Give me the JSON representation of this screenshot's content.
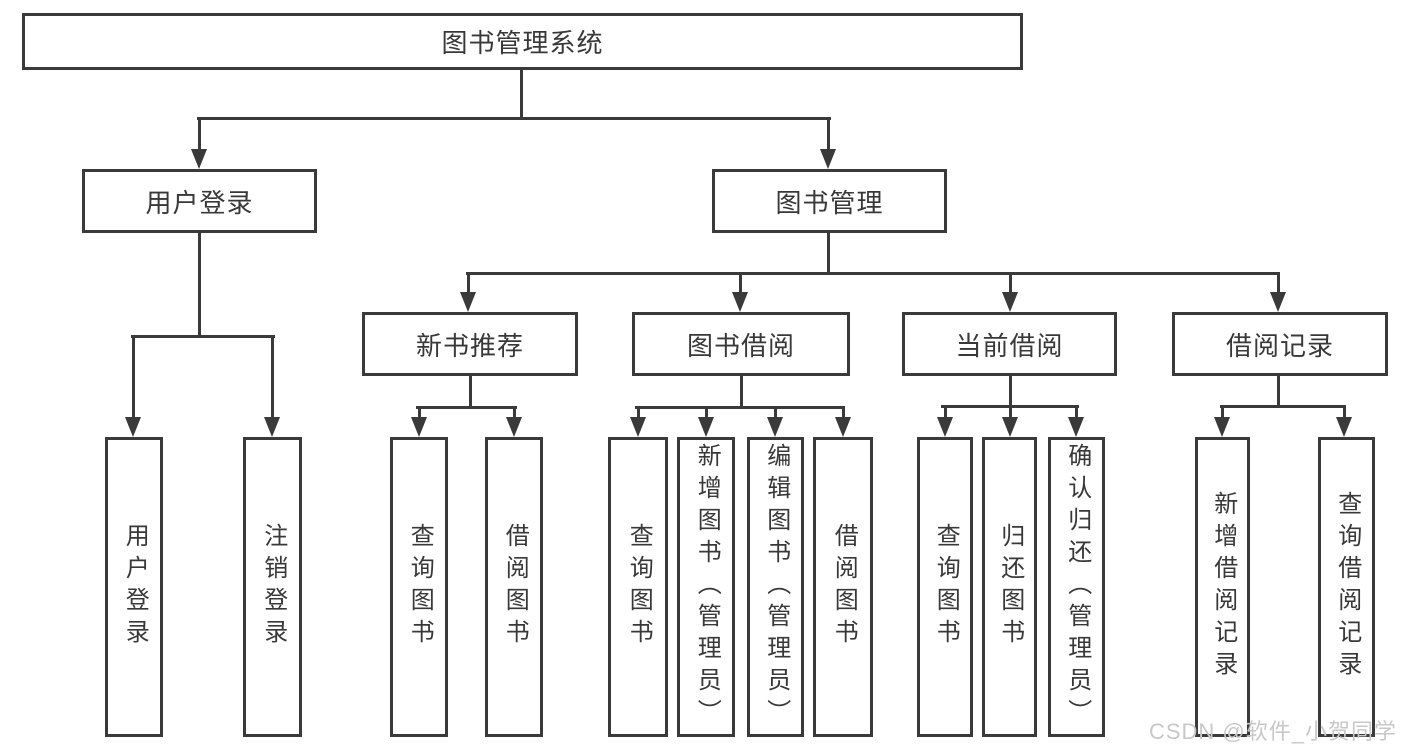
{
  "title": "图书管理系统",
  "tree": {
    "label": "图书管理系统",
    "children": [
      {
        "label": "用户登录",
        "children": [
          {
            "label": "用户登录"
          },
          {
            "label": "注销登录"
          }
        ]
      },
      {
        "label": "图书管理",
        "children": [
          {
            "label": "新书推荐",
            "children": [
              {
                "label": "查询图书"
              },
              {
                "label": "借阅图书"
              }
            ]
          },
          {
            "label": "图书借阅",
            "children": [
              {
                "label": "查询图书"
              },
              {
                "label": "新增图书（管理员）"
              },
              {
                "label": "编辑图书（管理员）"
              },
              {
                "label": "借阅图书"
              }
            ]
          },
          {
            "label": "当前借阅",
            "children": [
              {
                "label": "查询图书"
              },
              {
                "label": "归还图书"
              },
              {
                "label": "确认归还（管理员）"
              }
            ]
          },
          {
            "label": "借阅记录",
            "children": [
              {
                "label": "新增借阅记录"
              },
              {
                "label": "查询借阅记录"
              }
            ]
          }
        ]
      }
    ]
  },
  "watermark": "CSDN @软件_小贺同学",
  "colors": {
    "line": "#3a3a3a",
    "text": "#383838",
    "background": "#ffffff",
    "watermark": "#c8c8c8"
  }
}
